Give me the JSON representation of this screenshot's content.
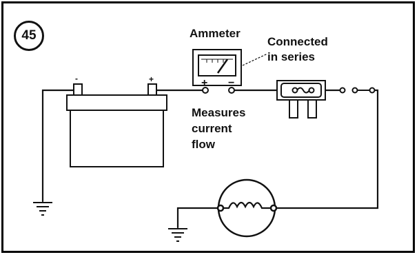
{
  "figure_number": "45",
  "labels": {
    "ammeter": "Ammeter",
    "connected_line1": "Connected",
    "connected_line2": "in series",
    "measures_line1": "Measures",
    "measures_line2": "current",
    "measures_line3": "flow"
  },
  "symbols": {
    "battery_negative": "-",
    "battery_positive": "+",
    "meter_positive": "+",
    "meter_negative": "−"
  },
  "icons": [
    "battery-icon",
    "ammeter-icon",
    "fuse-block-icon",
    "switch-icon",
    "lamp-coil-icon",
    "ground-icon"
  ]
}
